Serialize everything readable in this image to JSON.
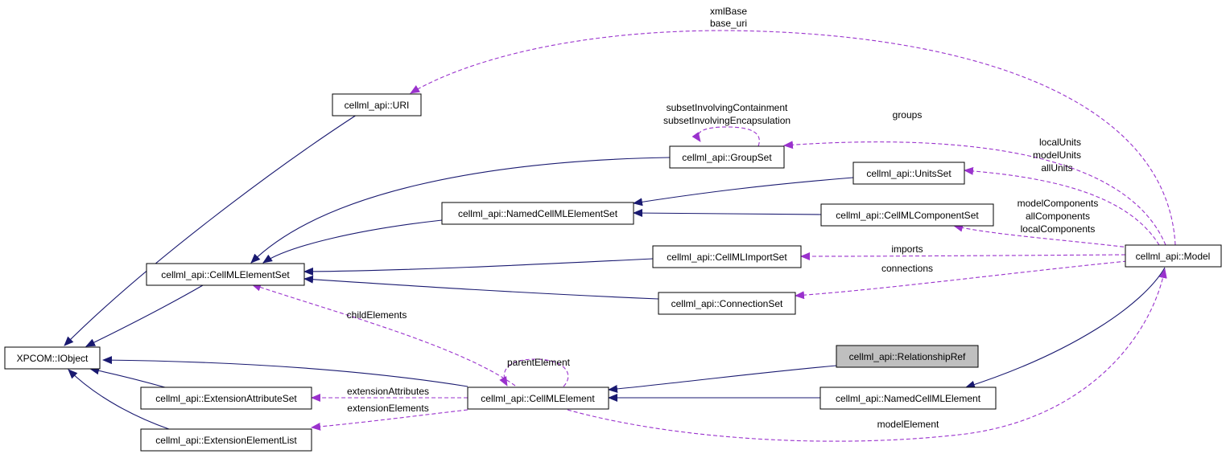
{
  "colors": {
    "inheritance_edge": "#191970",
    "usage_edge": "#9a32cd",
    "highlight_fill": "#bfbfbf"
  },
  "nodes": {
    "iobject": "XPCOM::IObject",
    "uri": "cellml_api::URI",
    "element_set": "cellml_api::CellMLElementSet",
    "ext_attr_set": "cellml_api::ExtensionAttributeSet",
    "ext_elem_list": "cellml_api::ExtensionElementList",
    "group_set": "cellml_api::GroupSet",
    "named_element_set": "cellml_api::NamedCellMLElementSet",
    "cellml_element": "cellml_api::CellMLElement",
    "units_set": "cellml_api::UnitsSet",
    "component_set": "cellml_api::CellMLComponentSet",
    "import_set": "cellml_api::CellMLImportSet",
    "connection_set": "cellml_api::ConnectionSet",
    "relationship_ref": "cellml_api::RelationshipRef",
    "named_element": "cellml_api::NamedCellMLElement",
    "model": "cellml_api::Model"
  },
  "labels": {
    "xml_base": "xmlBase",
    "base_uri": "base_uri",
    "subset_containment": "subsetInvolvingContainment",
    "subset_encapsulation": "subsetInvolvingEncapsulation",
    "groups": "groups",
    "local_units": "localUnits",
    "model_units": "modelUnits",
    "all_units": "allUnits",
    "model_components": "modelComponents",
    "all_components": "allComponents",
    "local_components": "localComponents",
    "imports": "imports",
    "connections": "connections",
    "child_elements": "childElements",
    "parent_element": "parentElement",
    "extension_attributes": "extensionAttributes",
    "extension_elements": "extensionElements",
    "model_element": "modelElement"
  }
}
